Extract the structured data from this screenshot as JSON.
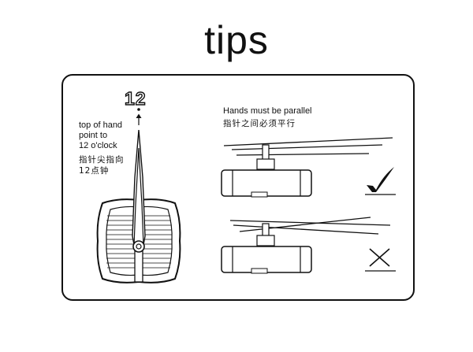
{
  "title": "tips",
  "left": {
    "twelve": "12",
    "en_lines": [
      "top of hand",
      "point to",
      "12 o'clock"
    ],
    "zh_lines": [
      "指针尖指向",
      "12点钟"
    ]
  },
  "right": {
    "heading_en": "Hands must be parallel",
    "heading_zh": "指针之间必须平行",
    "correct_mark": "check-icon",
    "wrong_mark": "cross-icon"
  }
}
